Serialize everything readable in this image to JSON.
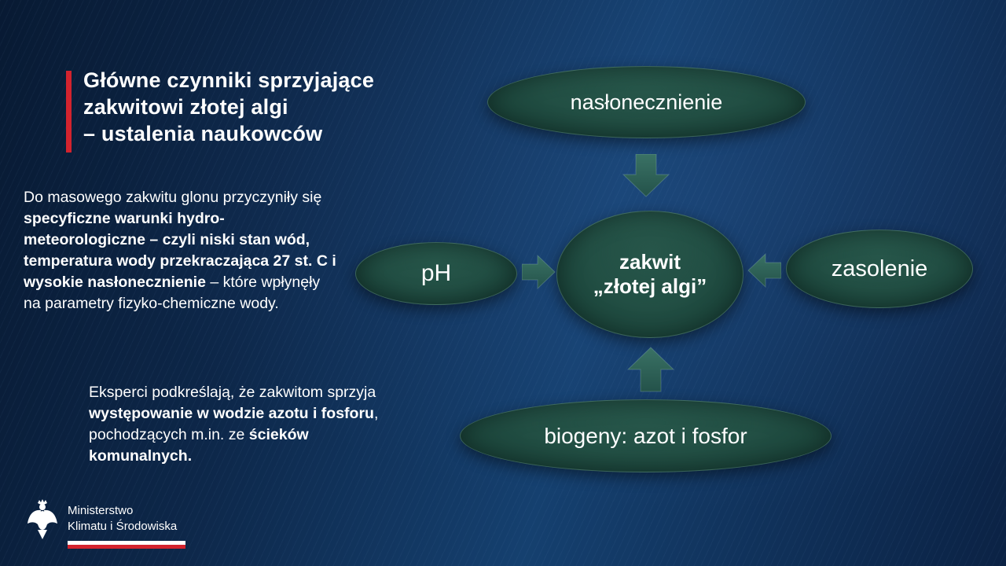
{
  "title": {
    "lines": [
      "Główne czynniki sprzyjające",
      "zakwitowi złotej algi",
      "– ustalenia naukowców"
    ]
  },
  "paragraph1": {
    "n1": "Do masowego zakwitu glonu przyczyniły się ",
    "b1": "specyficzne warunki hydro-meteorologiczne – czyli niski stan wód, temperatura wody przekraczająca 27 st. C i wysokie nasłonecznienie",
    "n2": " – które wpłynęły na parametry fizyko-chemiczne wody."
  },
  "paragraph2": {
    "n1": "Eksperci podkreślają, że zakwitom sprzyja ",
    "b1": "występowanie w wodzie azotu i fosforu",
    "n2": ", pochodzących m.in. ze ",
    "b2": "ścieków komunalnych."
  },
  "diagram": {
    "center_label": "zakwit „złotej algi”",
    "top_label": "nasłonecznienie",
    "left_label": "pH",
    "right_label": "zasolenie",
    "bottom_label": "biogeny: azot i fosfor"
  },
  "logo": {
    "line1": "Ministerstwo",
    "line2": "Klimatu i Środowiska"
  },
  "colors": {
    "background_navy": "#0e2a50",
    "ellipse_teal": "#224f44",
    "arrow_teal": "#2f6457",
    "accent_red": "#d3232e",
    "text_white": "#ffffff"
  }
}
